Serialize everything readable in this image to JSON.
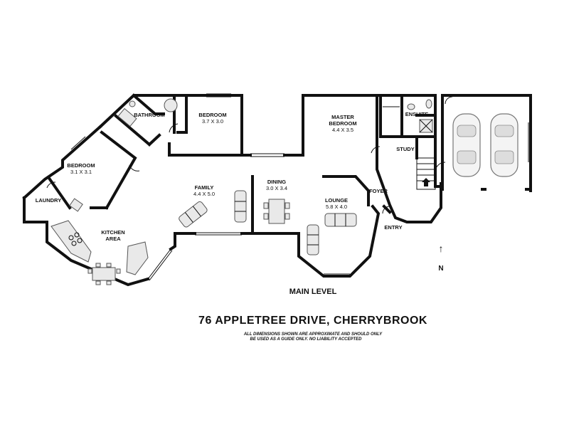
{
  "plan": {
    "level_title": "MAIN LEVEL",
    "address": "76 APPLETREE DRIVE, CHERRYBROOK",
    "disclaimer_line1": "ALL DIMENSIONS SHOWN ARE APPROXIMATE AND SHOULD ONLY",
    "disclaimer_line2": "BE USED AS A GUIDE ONLY. NO LIABILITY ACCEPTED",
    "north_label": "N",
    "north_icon": "north-arrow-icon"
  },
  "rooms": {
    "bathroom": {
      "name": "BATHROOM"
    },
    "bedroom_1": {
      "name": "BEDROOM",
      "dims": "3.7 X 3.0"
    },
    "bedroom_2": {
      "name": "BEDROOM",
      "dims": "3.1 X 3.1"
    },
    "laundry": {
      "name": "LAUNDRY"
    },
    "kitchen": {
      "name": "KITCHEN",
      "name2": "AREA"
    },
    "family": {
      "name": "FAMILY",
      "dims": "4.4 X 5.0"
    },
    "dining": {
      "name": "DINING",
      "dims": "3.0 X 3.4"
    },
    "lounge": {
      "name": "LOUNGE",
      "dims": "5.8 X 4.0"
    },
    "master": {
      "name": "MASTER",
      "name2": "BEDROOM",
      "dims": "4.4 X 3.5"
    },
    "ensuite": {
      "name": "ENSUITE"
    },
    "study": {
      "name": "STUDY"
    },
    "foyer": {
      "name": "FOYER"
    },
    "entry": {
      "name": "ENTRY"
    }
  }
}
